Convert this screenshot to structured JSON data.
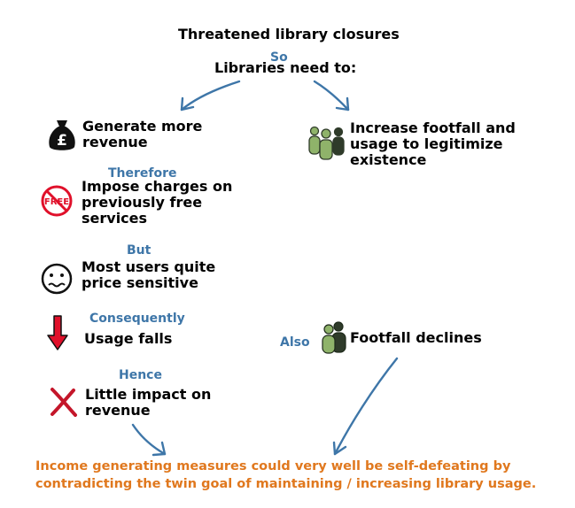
{
  "title": "Threatened library closures",
  "connector_so": "So",
  "subtitle": "Libraries need to:",
  "left_branch": {
    "item1": {
      "text": "Generate more\nrevenue",
      "icon": "money-bag-pound-icon"
    },
    "connector_therefore": "Therefore",
    "item2": {
      "text": "Impose charges on\npreviously free\nservices",
      "icon": "no-free-sign-icon",
      "icon_text": "FREE"
    },
    "connector_but": "But",
    "item3": {
      "text": "Most users quite\nprice sensitive",
      "icon": "worried-face-icon"
    },
    "connector_consequently": "Consequently",
    "item4": {
      "text": "Usage falls",
      "icon": "red-down-arrow-icon"
    },
    "connector_hence": "Hence",
    "item5": {
      "text": "Little impact on\nrevenue",
      "icon": "red-cross-icon"
    }
  },
  "right_branch": {
    "item1": {
      "text": "Increase footfall and\nusage to legitimize\nexistence",
      "icon": "group-of-people-icon"
    },
    "connector_also": "Also",
    "item2": {
      "text": "Footfall declines",
      "icon": "two-people-icon"
    }
  },
  "conclusion": "Income generating measures could very well be self-defeating by\ncontradicting the twin goal of maintaining / increasing library usage.",
  "colors": {
    "connector_blue": "#3e76a8",
    "conclusion_orange": "#e0781e",
    "alert_red": "#e0102a",
    "people_green": "#8fb36a",
    "people_dark": "#2f3b2a"
  }
}
